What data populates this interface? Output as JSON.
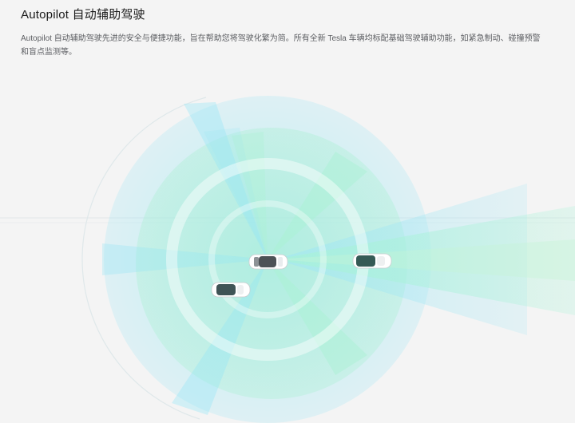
{
  "page": {
    "title": "Autopilot 自动辅助驾驶",
    "description": "Autopilot 自动辅助驾驶先进的安全与便捷功能，旨在帮助您将驾驶化繁为简。所有全新 Tesla 车辆均标配基础驾驶辅助功能，如紧急制动、碰撞预警和盲点监测等。"
  },
  "colors": {
    "background": "#f4f4f4",
    "sensor_blue": "#9fe6f4",
    "sensor_green": "#a9f2d2",
    "radar_green": "#c6f5d8"
  },
  "illustration": {
    "vehicles": [
      {
        "name": "ego-car",
        "body": "white"
      },
      {
        "name": "lead-car",
        "body": "white"
      },
      {
        "name": "rear-left-car",
        "body": "white"
      }
    ]
  }
}
